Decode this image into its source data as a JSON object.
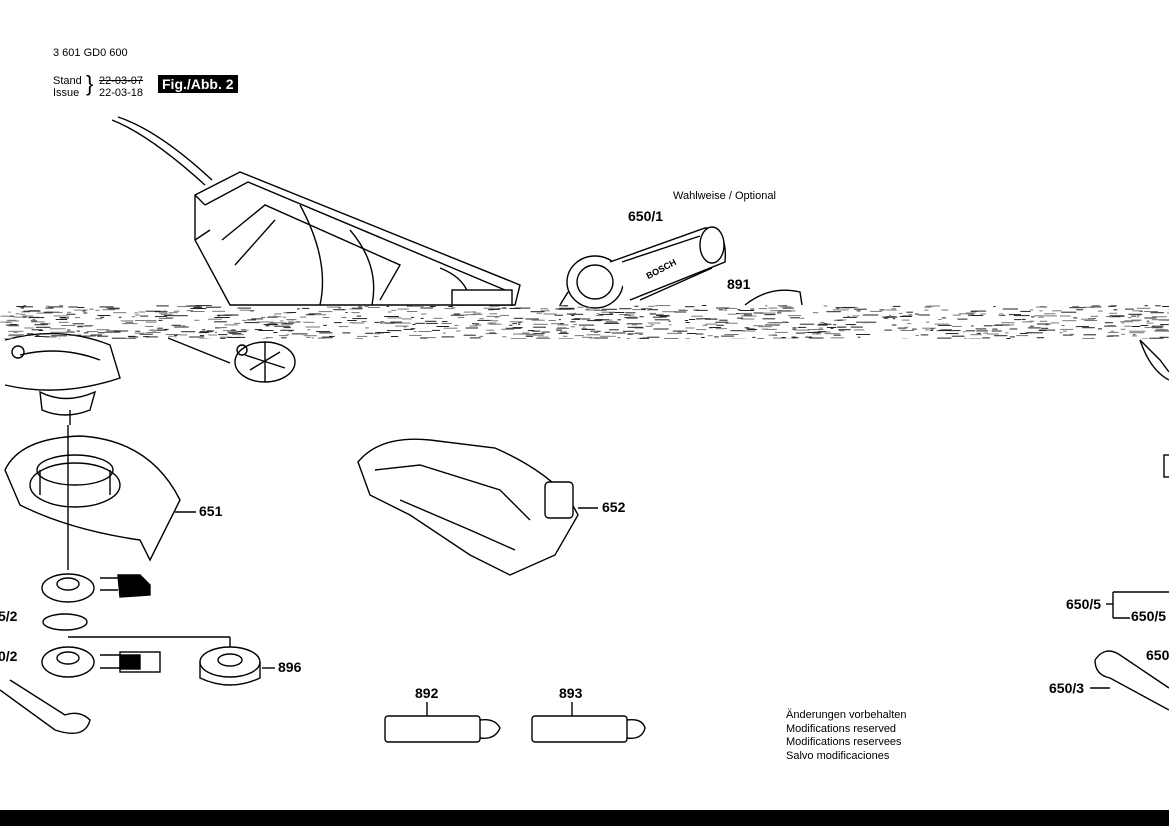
{
  "header": {
    "part_number": "3 601 GD0 600",
    "stand_label": "Stand",
    "issue_label": "Issue",
    "stand_date": "22-03-07",
    "issue_date": "22-03-18",
    "figure_label": "Fig./Abb. 2"
  },
  "optional_note": "Wahlweise / Optional",
  "brand_on_handle": "BOSCH",
  "callouts": {
    "c650_1": "650/1",
    "c891": "891",
    "c651": "651",
    "c652": "652",
    "c896": "896",
    "c892": "892",
    "c893": "893",
    "c650_5": "650/5",
    "c650_5b": "650/5",
    "c650_3": "650/3",
    "c650_partial": "650",
    "c5_2": "5/2",
    "c0_2": "0/2"
  },
  "notice_lines": [
    "Änderungen vorbehalten",
    "Modifications reserved",
    "Modifications reservees",
    "Salvo modificaciones"
  ]
}
